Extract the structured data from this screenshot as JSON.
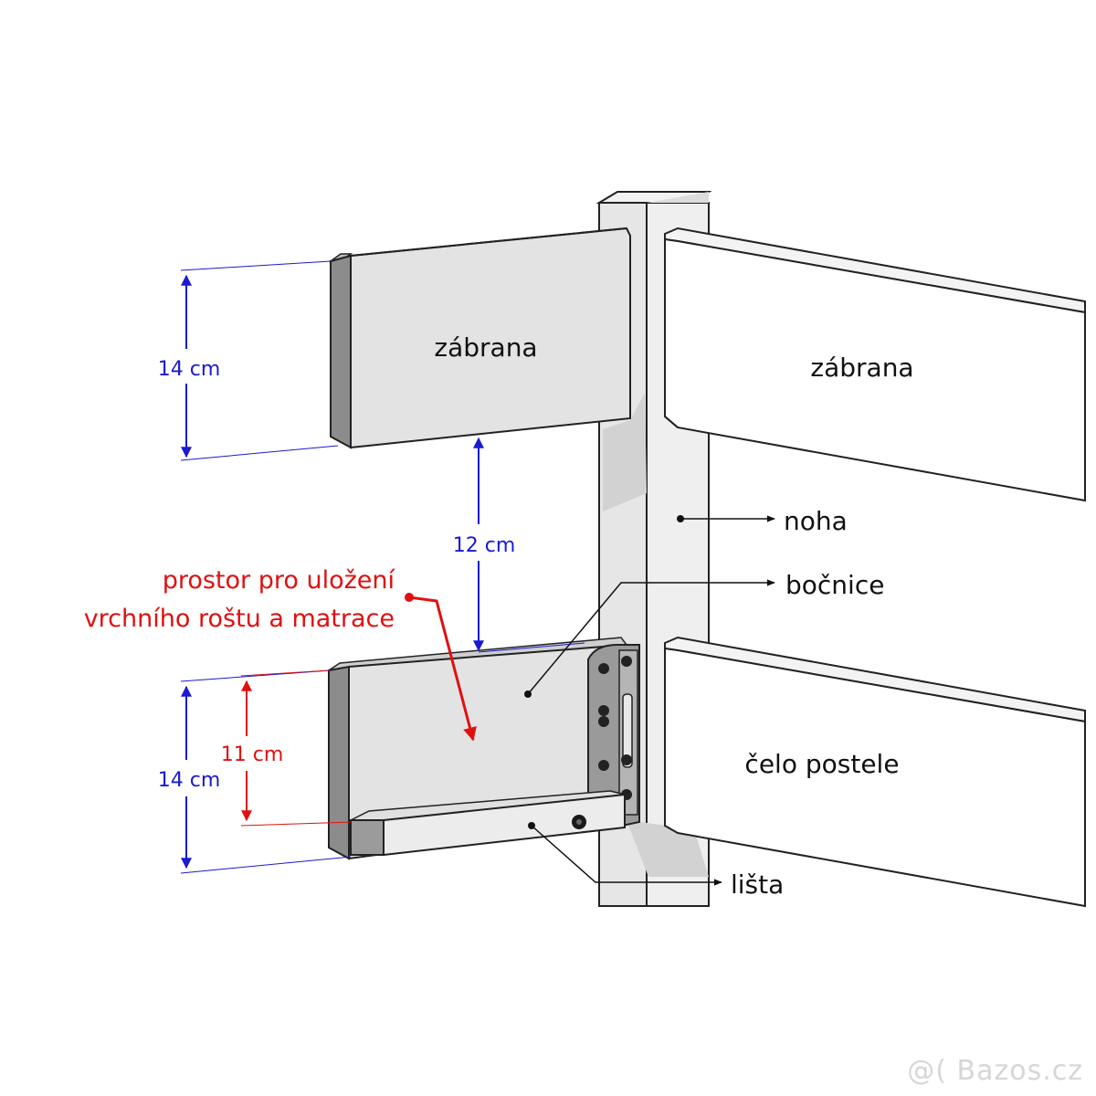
{
  "labels": {
    "upper_left_panel": "zábrana",
    "upper_right_panel": "zábrana",
    "leg": "noha",
    "side_rail": "bočnice",
    "headboard": "čelo postele",
    "strip": "lišta"
  },
  "annotation": {
    "line1": "prostor pro uložení",
    "line2": "vrchního roštu a matrace",
    "color": "#e01010"
  },
  "dimensions": {
    "upper_height": "14 cm",
    "gap": "12 cm",
    "lower_height": "14 cm",
    "inner_height": "11 cm",
    "blue_color": "#1a1ad0",
    "red_color": "#e01010"
  },
  "watermark": "@( Bazos.cz"
}
